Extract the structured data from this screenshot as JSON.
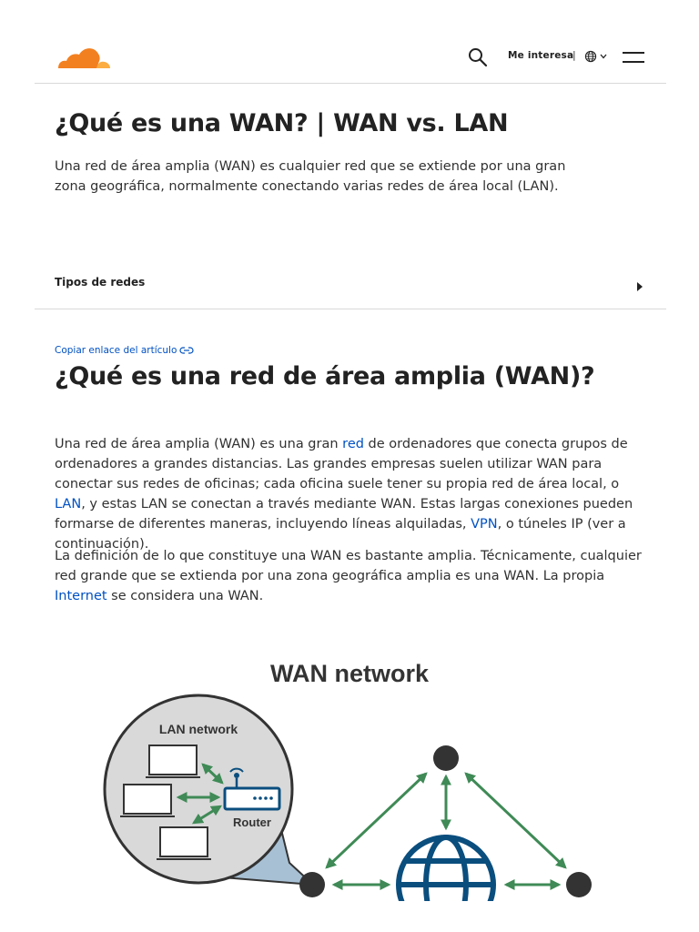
{
  "header": {
    "interest_label": "Me interesa",
    "separator": "|"
  },
  "hero": {
    "title": "¿Qué es una WAN? | WAN vs. LAN",
    "description": "Una red de área amplia (WAN) es cualquier red que se extiende por una gran zona geográfica, normalmente conectando varias redes de área local (LAN)."
  },
  "types_toggle": {
    "label": "Tipos de redes"
  },
  "article": {
    "copy_link_label": "Copiar enlace del artículo",
    "title": "¿Qué es una red de área amplia (WAN)?",
    "p1": {
      "t1": "Una red de área amplia (WAN) es una gran ",
      "link_red": "red",
      "t2": " de ordenadores que conecta grupos de ordenadores a grandes distancias. Las grandes empresas suelen utilizar WAN para conectar sus redes de oficinas; cada oficina suele tener su propia red de área local, o ",
      "link_lan": "LAN",
      "t3": ", y estas LAN se conectan a través mediante WAN. Estas largas conexiones pueden formarse de diferentes maneras, incluyendo líneas alquiladas, ",
      "link_vpn": "VPN",
      "t4": ", o túneles IP (ver a continuación)."
    },
    "p2": {
      "t1": "La definición de lo que constituye una WAN es bastante amplia. Técnicamente, cualquier red grande que se extienda por una zona geográfica amplia es una WAN. La propia ",
      "link_internet": "Internet",
      "t2": " se considera una WAN."
    }
  },
  "diagram": {
    "title": "WAN network",
    "lan_label": "LAN network",
    "router_label": "Router"
  },
  "colors": {
    "brand_orange": "#f38020",
    "brand_light_orange": "#fbad41",
    "link": "#0051c3",
    "arrow_green": "#3f8a56",
    "globe_blue": "#0a4e7e"
  },
  "icons": [
    "cloudflare-logo",
    "search-icon",
    "globe-icon",
    "chevron-down-icon",
    "hamburger-menu-icon",
    "triangle-right-icon",
    "link-icon"
  ]
}
